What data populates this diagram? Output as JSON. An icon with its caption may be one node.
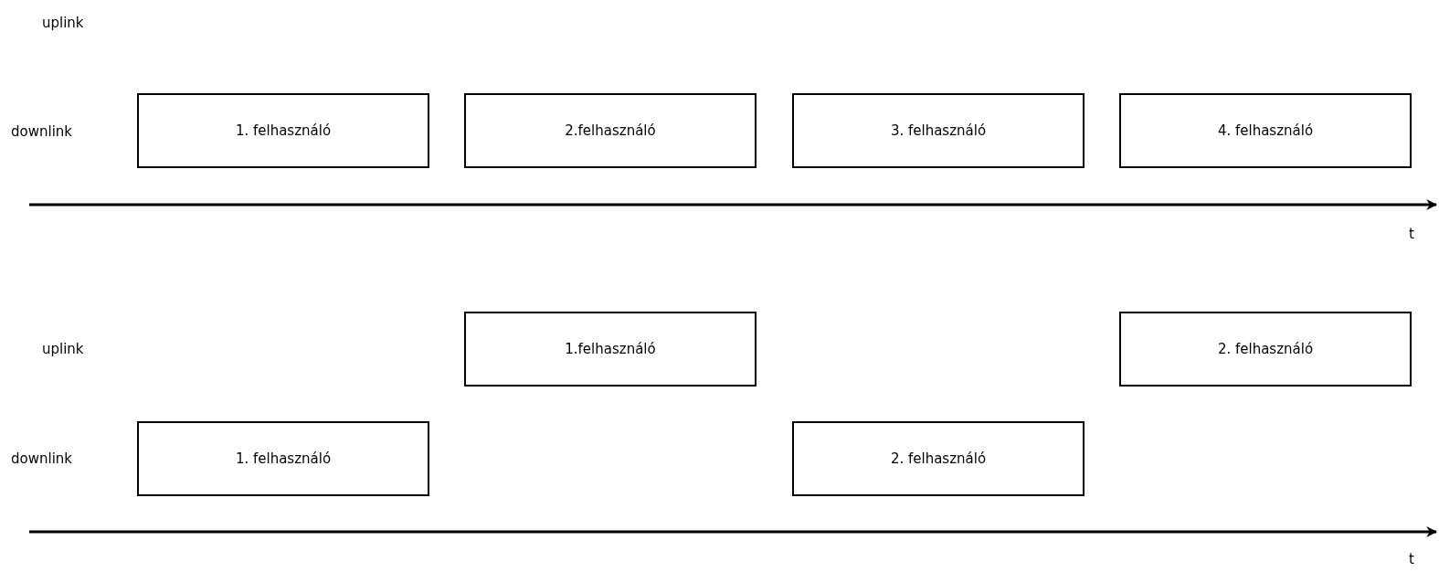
{
  "diagram": {
    "nodes": [
      {
        "text": [
          "1. felhasználó"
        ]
      },
      {
        "text": [
          "2.felhasználó"
        ]
      },
      {
        "text": [
          "3. felhasználó"
        ]
      },
      {
        "text": [
          "4. felhasználó"
        ]
      },
      {
        "text": [
          "1.felhasználó"
        ]
      },
      {
        "text": [
          "2. felhasználó"
        ]
      },
      {
        "text": [
          "1. felhasználó"
        ]
      },
      {
        "text": [
          "2. felhasználó"
        ]
      }
    ],
    "edges": [],
    "labels": [
      "uplink",
      "downlink",
      "t",
      "uplink",
      "downlink",
      "t"
    ]
  }
}
